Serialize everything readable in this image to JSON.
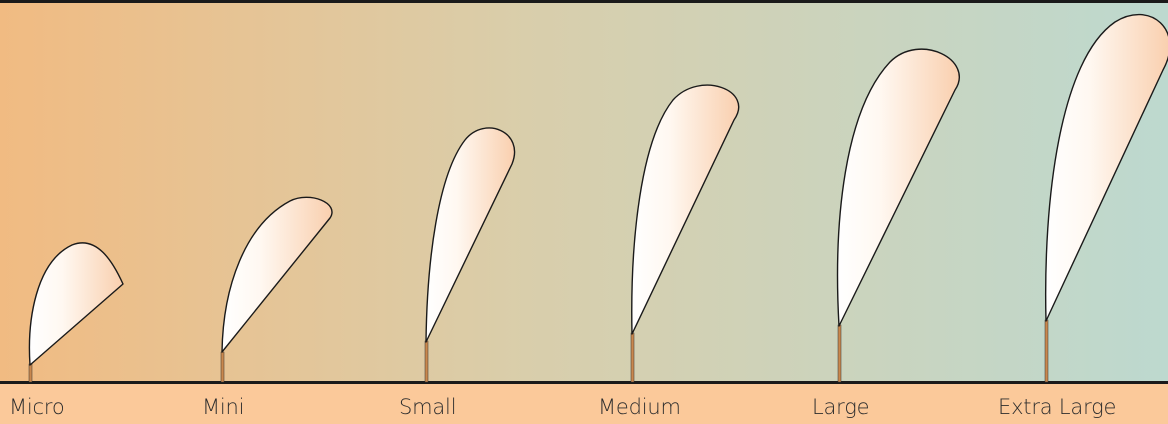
{
  "colors": {
    "gradient_left": "#f1bb82",
    "gradient_mid": "#d8cfae",
    "gradient_right": "#bed9cd",
    "label_band": "#fbc99a",
    "flag_fill_light": "#ffffff",
    "flag_fill_warm": "#fad3b4",
    "pole": "#c9874d",
    "outline": "#1a1a1a"
  },
  "flags": [
    {
      "id": "micro",
      "label": "Micro",
      "icon": "teardrop-flag-icon"
    },
    {
      "id": "mini",
      "label": "Mini",
      "icon": "teardrop-flag-icon"
    },
    {
      "id": "small",
      "label": "Small",
      "icon": "teardrop-flag-icon"
    },
    {
      "id": "medium",
      "label": "Medium",
      "icon": "teardrop-flag-icon"
    },
    {
      "id": "large",
      "label": "Large",
      "icon": "teardrop-flag-icon"
    },
    {
      "id": "extra-large",
      "label": "Extra Large",
      "icon": "teardrop-flag-icon"
    }
  ]
}
